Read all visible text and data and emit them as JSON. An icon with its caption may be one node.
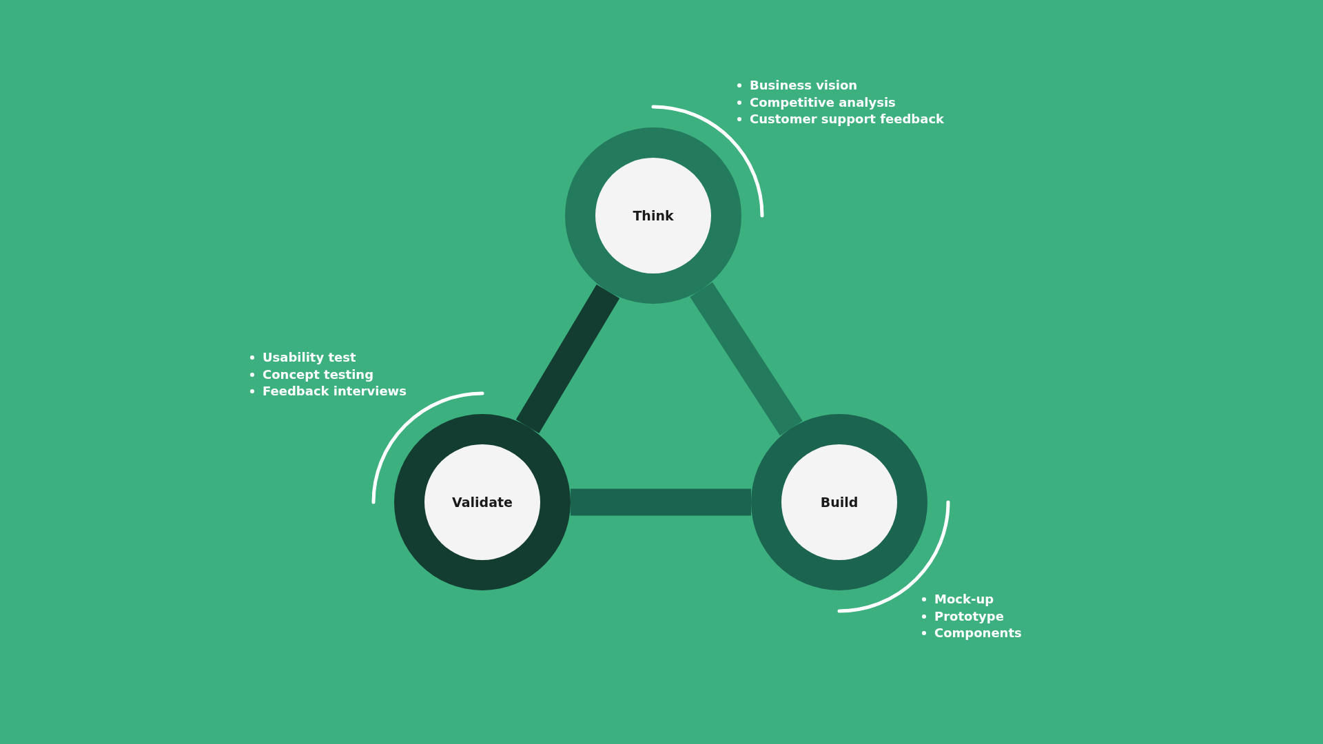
{
  "diagram": {
    "nodes": [
      {
        "text": [
          "Think"
        ],
        "beside": [
          "Business vision",
          "Competitive analysis",
          "Customer support feedback"
        ]
      },
      {
        "text": [
          "Validate"
        ],
        "beside": [
          "Usability test",
          "Concept testing",
          "Feedback interviews"
        ]
      },
      {
        "text": [
          "Build"
        ],
        "beside": [
          "Mock-up",
          "Prototype",
          "Components"
        ]
      }
    ],
    "edges": [
      {
        "from": 0,
        "to": 1,
        "arrow": "none",
        "color": "#143d31"
      },
      {
        "from": 0,
        "to": 2,
        "arrow": "none",
        "color": "#237a5c"
      },
      {
        "from": 1,
        "to": 2,
        "arrow": "none",
        "color": "#1b6450"
      }
    ]
  }
}
